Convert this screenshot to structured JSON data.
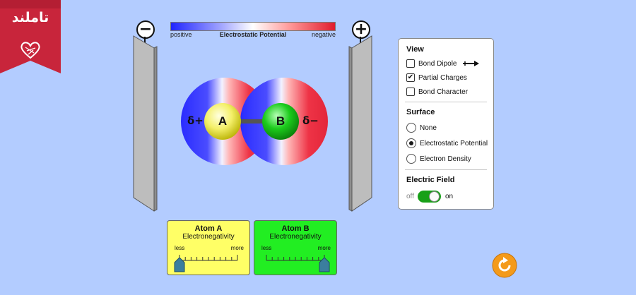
{
  "logo": {
    "text": "تاملند"
  },
  "color_key": {
    "title": "Electrostatic Potential",
    "left_label": "positive",
    "right_label": "negative",
    "left_color": "#1f24ff",
    "right_color": "#e11b2c"
  },
  "plates": {
    "left_symbol": "−",
    "right_symbol": "+"
  },
  "molecule": {
    "atom_a": {
      "label": "A",
      "color": "#f4f06a"
    },
    "atom_b": {
      "label": "B",
      "color": "#1ccc1c"
    },
    "charge_a": "δ+",
    "charge_b": "δ−"
  },
  "panel": {
    "view": {
      "heading": "View",
      "options": [
        {
          "label": "Bond Dipole",
          "checked": false,
          "icon": "dipole-arrow-icon"
        },
        {
          "label": "Partial Charges",
          "checked": true
        },
        {
          "label": "Bond Character",
          "checked": false
        }
      ]
    },
    "surface": {
      "heading": "Surface",
      "options": [
        {
          "label": "None",
          "selected": false
        },
        {
          "label": "Electrostatic Potential",
          "selected": true
        },
        {
          "label": "Electron Density",
          "selected": false
        }
      ]
    },
    "field": {
      "heading": "Electric Field",
      "off_label": "off",
      "on_label": "on",
      "state": "on"
    }
  },
  "meters": [
    {
      "title": "Atom A",
      "subtitle": "Electronegativity",
      "less": "less",
      "more": "more",
      "value": 0.0,
      "color": "#ffff66"
    },
    {
      "title": "Atom B",
      "subtitle": "Electronegativity",
      "less": "less",
      "more": "more",
      "value": 1.0,
      "color": "#22ee22"
    }
  ],
  "reset_button": {
    "icon": "reset-icon",
    "color": "#f49a1a"
  }
}
